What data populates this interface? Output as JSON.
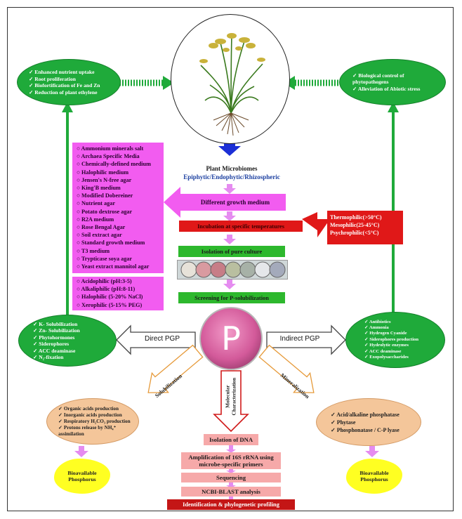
{
  "top_left_oval": {
    "items": [
      "Enhanced nutrient uptake",
      "Root proliferation",
      "Biofortification of Fe and Zn",
      "Reduction of plant ethylene"
    ]
  },
  "top_right_oval": {
    "items": [
      "Biological control of phytopathogens",
      "Alleviation of Abiotic stress"
    ]
  },
  "plant_microbiomes": {
    "title": "Plant Microbiomes",
    "subtitle": "Epiphytic/Endophytic/Rhizospheric"
  },
  "media_list": {
    "items": [
      "Ammonium minerals salt",
      "Archaea Specific Media",
      "Chemically-defined medium",
      "Halophilic medium",
      "Jensen's N-free agar",
      "King'B medium",
      "Modified Dobereiner",
      "Nutrient agar",
      "Potato dextrose agar",
      "R2A medium",
      "Rose Bengal Agar",
      "Soil extract agar",
      "Standard growth medium",
      "T3 medium",
      "Trypticase soya agar",
      "Yeast extract mannitol agar"
    ]
  },
  "conditions_list": {
    "items": [
      "Acidophilic (pH:3-5)",
      "Alkaliphilic (pH:8-11)",
      "Halophilic (5-20% NaCl)",
      "Xerophilic (5-15% PEG)"
    ]
  },
  "growth_medium_label": "Different growth medium",
  "incubation_label": "Incubation at specific temperatures",
  "temperature_list": {
    "items": [
      "Thermophilic(>50°C)",
      "Mesophilic(25-45°C)",
      "Psychrophilic(<5°C)"
    ]
  },
  "isolation_label": "Isolation of pure culture",
  "screening_label": "Screening for P-solubilization",
  "petri_letter": "P",
  "direct_pgp_label": "Direct PGP",
  "indirect_pgp_label": "Indirect PGP",
  "left_mid_oval": {
    "items": [
      "K- Solubilization",
      "Zn- Solubilization",
      "Phytohormones",
      "Siderophores",
      "ACC deaminase",
      "N₂-fixation"
    ]
  },
  "right_mid_oval": {
    "items": [
      "Antibiotics",
      "Ammonia",
      "Hydrogen Cyanide",
      "Siderophores production",
      "Hydrolytic enzymes",
      "ACC deaminase",
      "Exopolysaccharides"
    ]
  },
  "solubilization_label": "Solubilization",
  "molecular_label_1": "Molecular",
  "molecular_label_2": "Characterization",
  "mineralization_label": "Mineralization",
  "left_bottom_oval": {
    "items": [
      "Organic acids production",
      "Inorganic acids production",
      "Respiratory H₂CO₃ production",
      "Protons release by NH₄⁺ assimilation"
    ]
  },
  "right_bottom_oval": {
    "items": [
      "Acid/alkaline phosphatase",
      "Phytase",
      "Phosphonatase / C-P lyase"
    ]
  },
  "left_cloud_label": "Bioavailable Phosphorus",
  "right_cloud_label": "Bioavailable Phosphorus",
  "molecular_steps": {
    "isolation_dna": "Isolation of DNA",
    "amplification": "Amplification of 16S rRNA using microbe-specific primers",
    "sequencing": "Sequencing",
    "blast": "NCBI-BLAST analysis",
    "identification": "Identification & phylogenetic profiling"
  },
  "colors": {
    "green": "#1faa3a",
    "magenta": "#f25cf0",
    "red": "#e01818",
    "peach": "#f4c69a",
    "pink": "#f6a9a9",
    "yellow": "#ffff22",
    "blue_arrow": "#1c2fd6"
  }
}
